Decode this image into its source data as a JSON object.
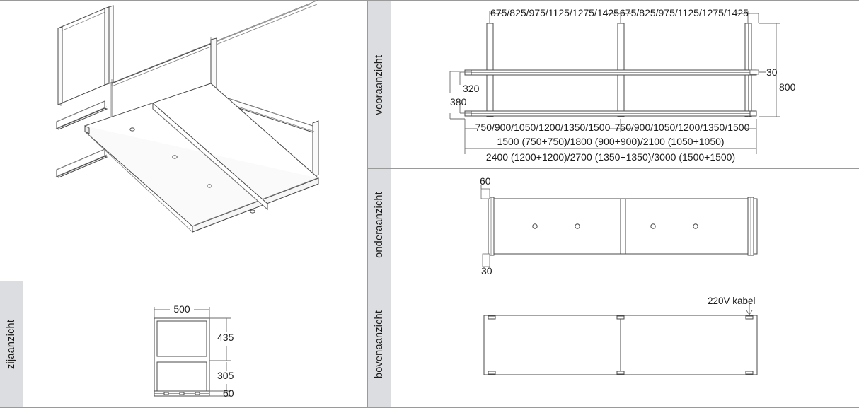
{
  "sheet": {
    "background": "#ffffff",
    "line_color": "#4a4a4a",
    "strip_color": "#dcdde0",
    "divider_color": "#9a9a9a"
  },
  "views": {
    "isometric": {
      "label": ""
    },
    "side": {
      "label": "zijaanzicht"
    },
    "front": {
      "label": "vooraanzicht"
    },
    "bottom": {
      "label": "onderaanzicht"
    },
    "top": {
      "label": "bovenaanzicht"
    }
  },
  "front_view": {
    "top_dims": [
      "675/825/975/1125/1275/1425",
      "675/825/975/1125/1275/1425"
    ],
    "left_dims": [
      "320",
      "380"
    ],
    "right_dims": [
      "30",
      "800"
    ],
    "bottom_dims": [
      "750/900/1050/1200/1350/1500",
      "750/900/1050/1200/1350/1500"
    ],
    "total_dims": [
      "1500 (750+750)/1800 (900+900)/2100 (1050+1050)",
      "2400 (1200+1200)/2700 (1350+1350)/3000 (1500+1500)"
    ]
  },
  "bottom_view": {
    "dims": [
      "60",
      "30"
    ],
    "hole_count": 4
  },
  "top_view": {
    "annotation": "220V kabel"
  },
  "side_view": {
    "width_dim": "500",
    "upper_height_dim": "435",
    "lower_height_dim": "305",
    "base_dim": "60"
  }
}
